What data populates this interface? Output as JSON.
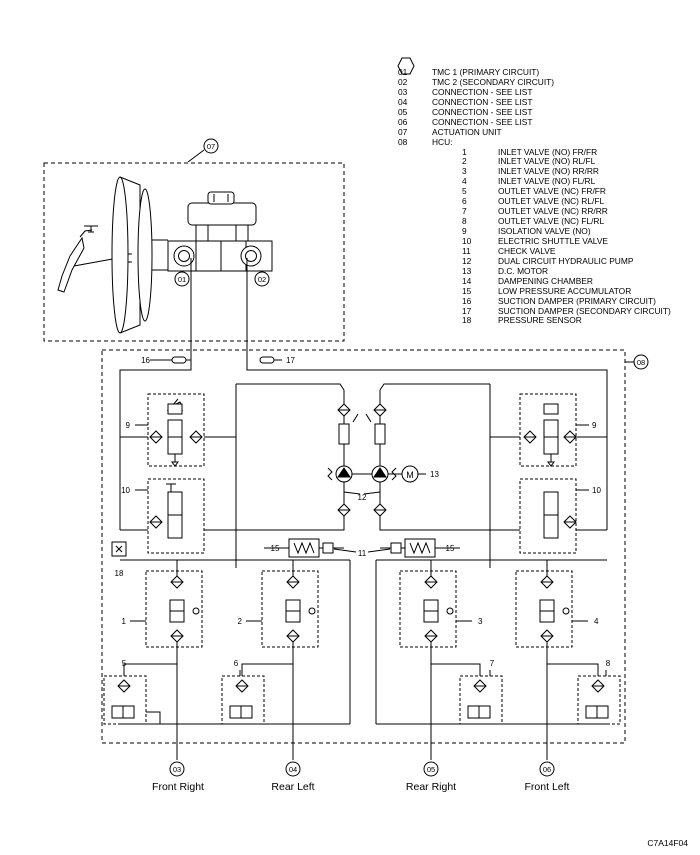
{
  "legend": {
    "items": [
      {
        "code": "01",
        "text": "TMC 1 (PRIMARY CIRCUIT)"
      },
      {
        "code": "02",
        "text": "TMC 2 (SECONDARY CIRCUIT)"
      },
      {
        "code": "03",
        "text": "CONNECTION - SEE LIST"
      },
      {
        "code": "04",
        "text": "CONNECTION - SEE LIST"
      },
      {
        "code": "05",
        "text": "CONNECTION - SEE LIST"
      },
      {
        "code": "06",
        "text": "CONNECTION - SEE LIST"
      },
      {
        "code": "07",
        "text": "ACTUATION UNIT"
      },
      {
        "code": "08",
        "text": "HCU:"
      }
    ],
    "hcu_items": [
      {
        "code": "1",
        "text": "INLET VALVE (NO) FR/FR"
      },
      {
        "code": "2",
        "text": "INLET VALVE (NO) RL/FL"
      },
      {
        "code": "3",
        "text": "INLET VALVE (NO) RR/RR"
      },
      {
        "code": "4",
        "text": "INLET VALVE (NO) FL/RL"
      },
      {
        "code": "5",
        "text": "OUTLET VALVE (NC) FR/FR"
      },
      {
        "code": "6",
        "text": "OUTLET VALVE (NC) RL/FL"
      },
      {
        "code": "7",
        "text": "OUTLET VALVE (NC) RR/RR"
      },
      {
        "code": "8",
        "text": "OUTLET VALVE (NC) FL/RL"
      },
      {
        "code": "9",
        "text": "ISOLATION VALVE (NO)"
      },
      {
        "code": "10",
        "text": "ELECTRIC SHUTTLE VALVE"
      },
      {
        "code": "11",
        "text": "CHECK VALVE"
      },
      {
        "code": "12",
        "text": "DUAL CIRCUIT HYDRAULIC PUMP"
      },
      {
        "code": "13",
        "text": "D.C. MOTOR"
      },
      {
        "code": "14",
        "text": "DAMPENING CHAMBER"
      },
      {
        "code": "15",
        "text": "LOW PRESSURE ACCUMULATOR"
      },
      {
        "code": "16",
        "text": "SUCTION DAMPER (PRIMARY CIRCUIT)"
      },
      {
        "code": "17",
        "text": "SUCTION DAMPER (SECONDARY CIRCUIT)"
      },
      {
        "code": "18",
        "text": "PRESSURE SENSOR"
      }
    ]
  },
  "callouts": {
    "c01": "01",
    "c02": "02",
    "c03": "03",
    "c04": "04",
    "c05": "05",
    "c06": "06",
    "c07": "07",
    "c08": "08",
    "n1": "1",
    "n2": "2",
    "n3": "3",
    "n4": "4",
    "n5": "5",
    "n6": "6",
    "n7": "7",
    "n8": "8",
    "n9": "9",
    "n10": "10",
    "n11": "11",
    "n12": "12",
    "n13": "13",
    "n15": "15",
    "n16": "16",
    "n17": "17",
    "n18": "18",
    "motor": "M"
  },
  "outputs": {
    "front_right": "Front Right",
    "rear_left": "Rear Left",
    "rear_right": "Rear Right",
    "front_left": "Front Left"
  },
  "figure_id": "C7A14F04"
}
